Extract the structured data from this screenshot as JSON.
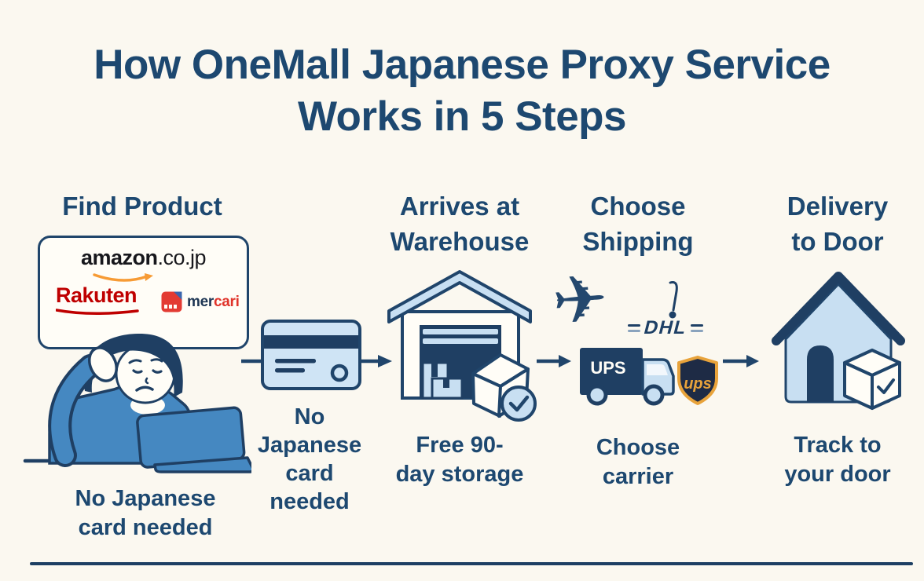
{
  "title": {
    "line1": "How OneMall Japanese Proxy Service",
    "line2": "Works in 5 Steps"
  },
  "steps": [
    {
      "id": "find-product",
      "heading_lines": [
        "Find Product"
      ],
      "caption_lines": [
        "No Japanese",
        "card needed"
      ]
    },
    {
      "id": "no-japanese-card",
      "heading_lines": [],
      "caption_lines": [
        "No",
        "Japanese",
        "card",
        "needed"
      ]
    },
    {
      "id": "arrives-at-warehouse",
      "heading_lines": [
        "Arrives at",
        "Warehouse"
      ],
      "caption_lines": [
        "Free 90-",
        "day storage"
      ]
    },
    {
      "id": "choose-shipping",
      "heading_lines": [
        "Choose",
        "Shipping"
      ],
      "caption_lines": [
        "Choose",
        "carrier"
      ]
    },
    {
      "id": "delivery-to-door",
      "heading_lines": [
        "Delivery",
        "to Door"
      ],
      "caption_lines": [
        "Track to",
        "your door"
      ]
    }
  ],
  "marketplaces": {
    "amazon": {
      "name": "amazon",
      "tld": ".co.jp"
    },
    "rakuten": {
      "name": "Rakuten"
    },
    "mercari": {
      "name_prefix": "mer",
      "name_suffix": "cari"
    }
  },
  "carriers": {
    "dhl": "DHL",
    "ups_truck": "UPS",
    "ups_shield": "ups"
  },
  "icons": [
    "plane-icon",
    "credit-card-icon",
    "warehouse-icon",
    "ups-truck-icon",
    "ups-shield-icon",
    "house-icon",
    "package-check-icon",
    "person-at-laptop-illustration"
  ],
  "colors": {
    "background": "#fbf8f0",
    "navy_text": "#1d4870",
    "navy_outline": "#20456b",
    "navy_solid": "#1f3f63",
    "light_blue": "#c8dff2",
    "mid_blue": "#4588c1",
    "amazon_orange": "#f79b35",
    "rakuten_red": "#bf0000",
    "mercari_red": "#e33b33",
    "ups_gold": "#e8a33b"
  }
}
